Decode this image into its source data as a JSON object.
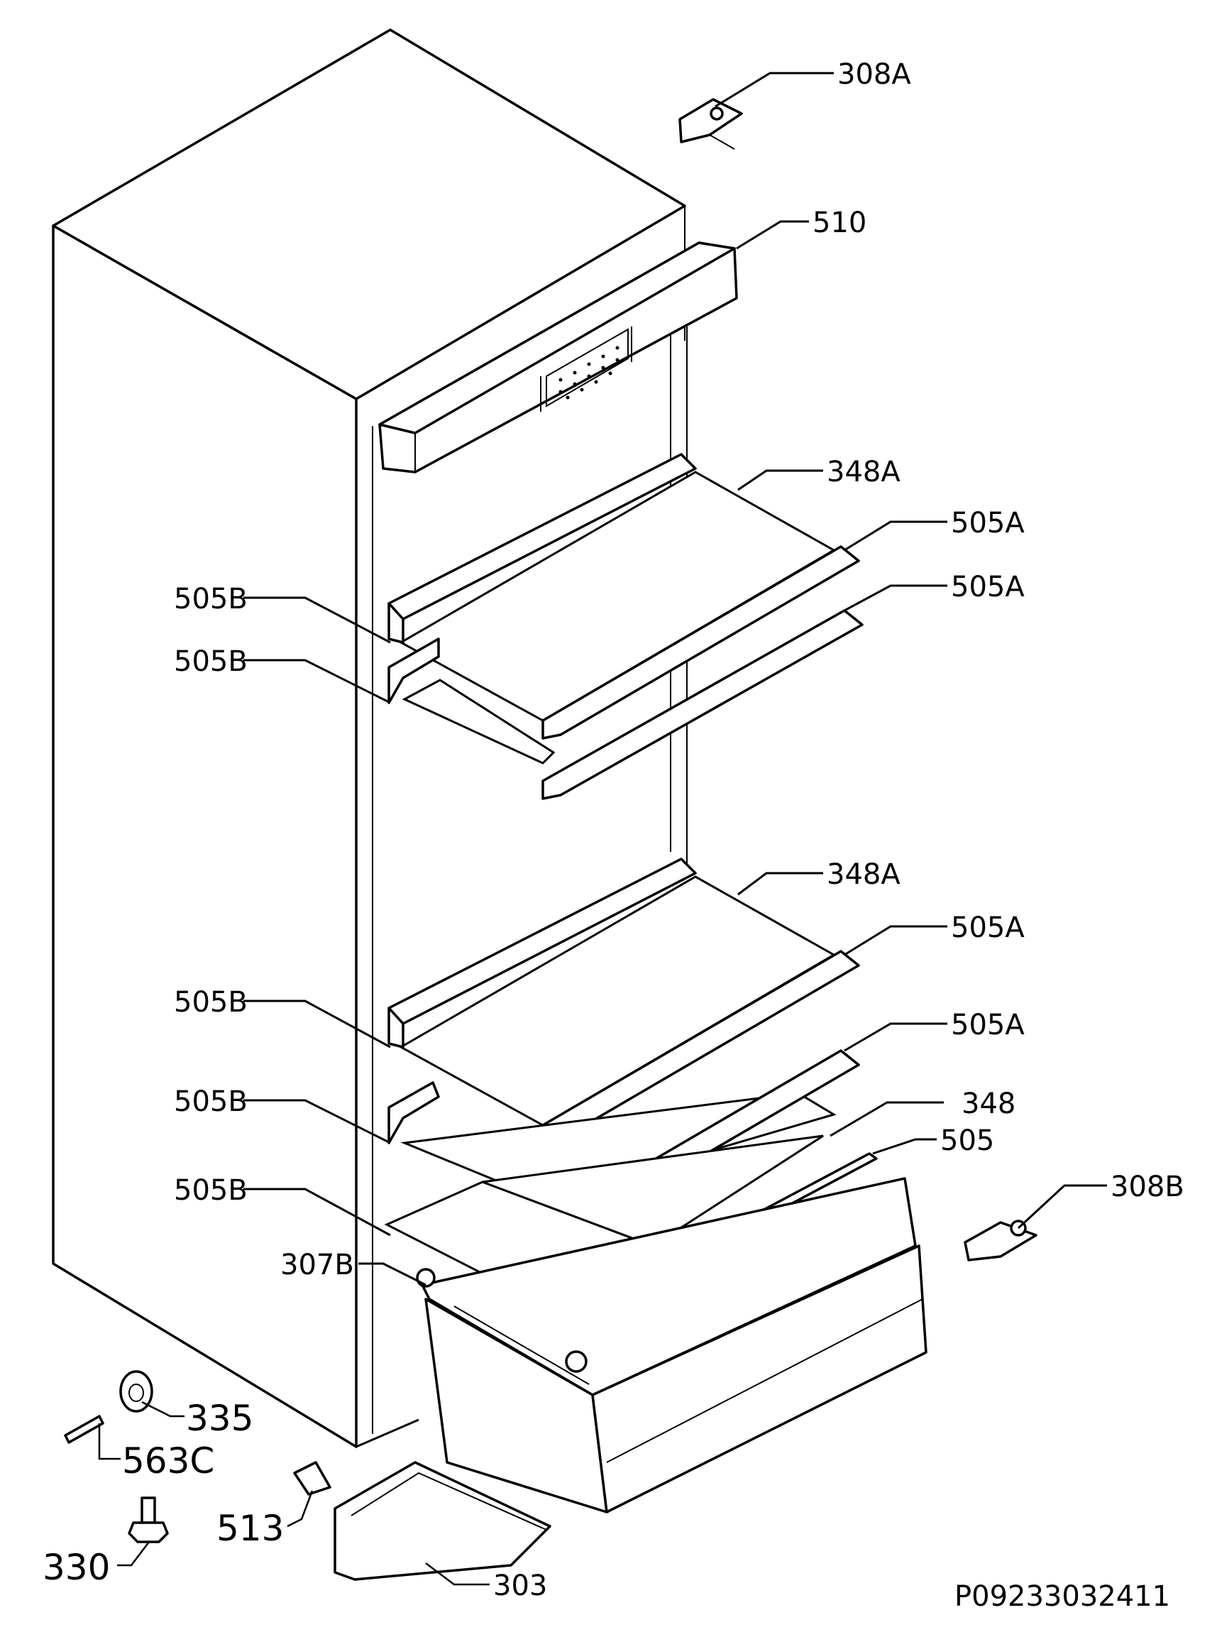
{
  "reference_code": "P09233032411",
  "labels": {
    "hinge_top": "308A",
    "control_panel": "510",
    "shelf_upper": "348A",
    "trim_front_1": "505A",
    "trim_front_2": "505A",
    "trim_rear_1": "505B",
    "trim_rear_2": "505B",
    "shelf_middle": "348A",
    "trim_front_3": "505A",
    "trim_front_4": "505A",
    "trim_rear_3": "505B",
    "trim_rear_4": "505B",
    "shelf_lower": "348",
    "trim_lower": "505",
    "trim_rear_5": "505B",
    "drawer_rail": "307B",
    "hinge_bottom": "308B",
    "cap": "335",
    "pin": "563C",
    "adjustable_foot": "330",
    "clip": "513",
    "plinth": "303"
  }
}
